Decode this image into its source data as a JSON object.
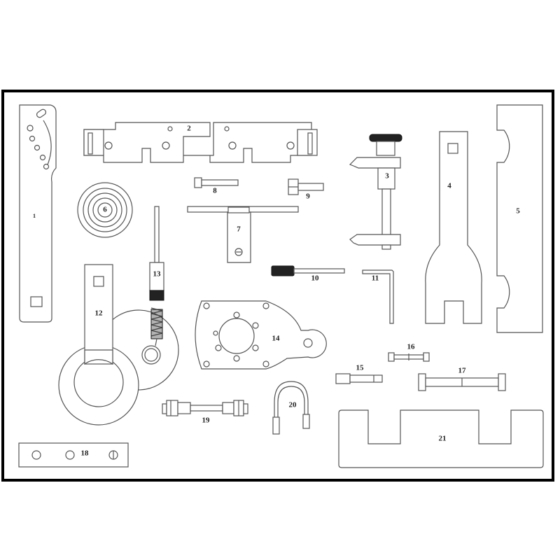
{
  "labels": {
    "t1": "1",
    "t2": "2",
    "t3": "3",
    "t4": "4",
    "t5": "5",
    "t6": "6",
    "t7": "7",
    "t8": "8",
    "t9": "9",
    "t10": "10",
    "t11": "11",
    "t12": "12",
    "t13": "13",
    "t14": "14",
    "t15": "15",
    "t16": "16",
    "t17": "17",
    "t18": "18",
    "t19": "19",
    "t20": "20",
    "t21": "21"
  }
}
